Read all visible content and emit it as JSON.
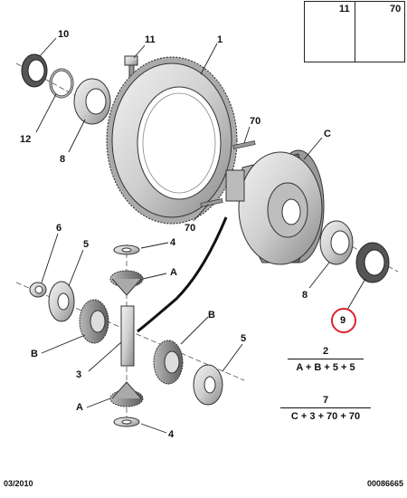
{
  "legend": {
    "item_a": "11",
    "item_b": "70"
  },
  "labels": {
    "l10": "10",
    "l11": "11",
    "l1": "1",
    "l12": "12",
    "l8a": "8",
    "l70a": "70",
    "lC": "C",
    "l70b": "70",
    "l6": "6",
    "l5a": "5",
    "l4a": "4",
    "lA1": "A",
    "lB1": "B",
    "l3": "3",
    "lB2": "B",
    "l5b": "5",
    "lA2": "A",
    "l4b": "4",
    "l8b": "8",
    "l9": "9"
  },
  "formulas": {
    "f1": {
      "top": "2",
      "bottom": "A + B + 5 + 5"
    },
    "f2": {
      "top": "7",
      "bottom": "C + 3 + 70 + 70"
    }
  },
  "footer": {
    "date": "03/2010",
    "ref": "00086665"
  },
  "colors": {
    "part_fill": "#d9d9d9",
    "part_dark": "#8c8c8c",
    "outline": "#333333",
    "highlight": "#d8242f"
  }
}
